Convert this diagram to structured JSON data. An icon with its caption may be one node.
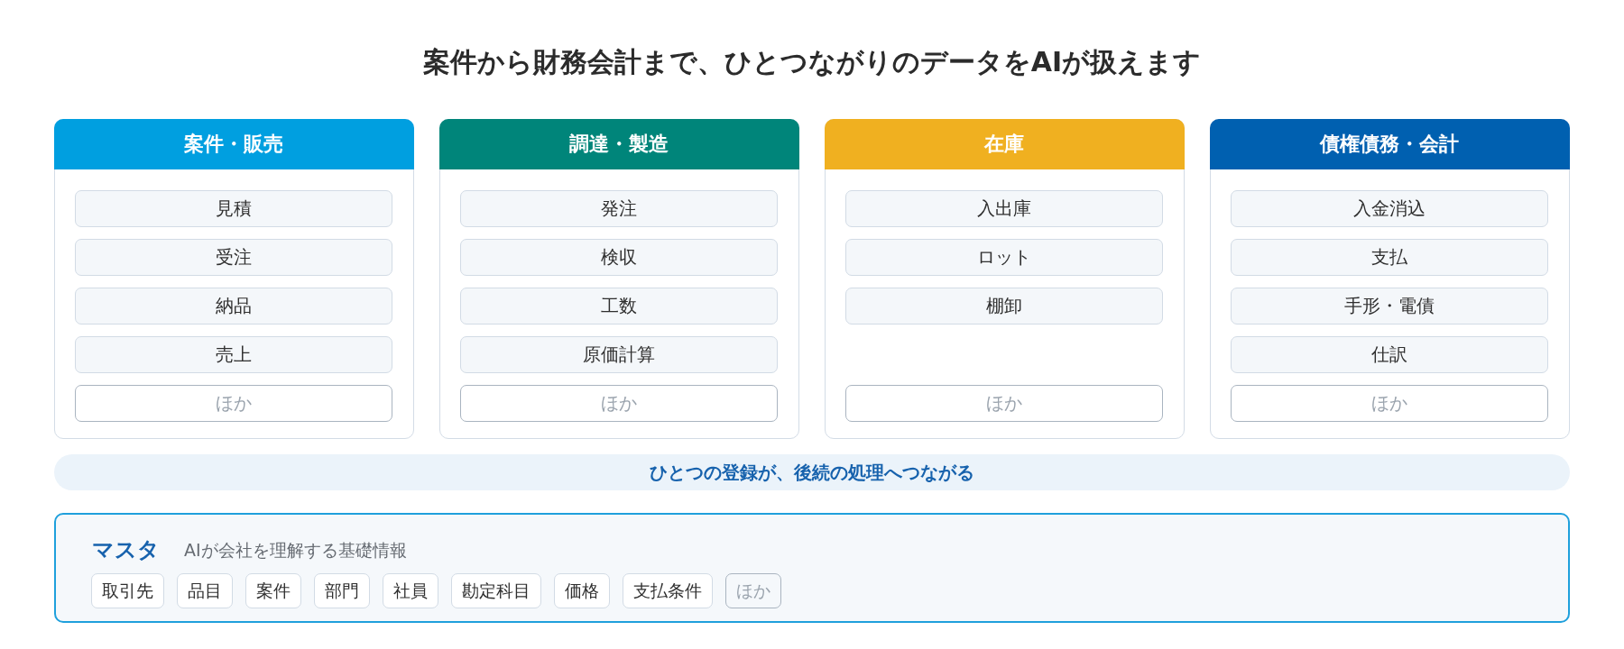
{
  "diagram": {
    "title": "案件から財務会計まで、ひとつながりのデータをAIが扱えます",
    "nodes": [
      {
        "text": [
          "案件・販売"
        ]
      },
      {
        "text": [
          "見積"
        ],
        "in": 0
      },
      {
        "text": [
          "受注"
        ],
        "in": 0
      },
      {
        "text": [
          "納品"
        ],
        "in": 0
      },
      {
        "text": [
          "売上"
        ],
        "in": 0
      },
      {
        "text": [
          "ほか"
        ],
        "in": 0
      },
      {
        "text": [
          "調達・製造"
        ]
      },
      {
        "text": [
          "発注"
        ],
        "in": 6
      },
      {
        "text": [
          "検収"
        ],
        "in": 6
      },
      {
        "text": [
          "工数"
        ],
        "in": 6
      },
      {
        "text": [
          "原価計算"
        ],
        "in": 6
      },
      {
        "text": [
          "ほか"
        ],
        "in": 6
      },
      {
        "text": [
          "在庫"
        ]
      },
      {
        "text": [
          "入出庫"
        ],
        "in": 12
      },
      {
        "text": [
          "ロット"
        ],
        "in": 12
      },
      {
        "text": [
          "棚卸"
        ],
        "in": 12
      },
      {
        "text": [
          "ほか"
        ],
        "in": 12
      },
      {
        "text": [
          "債権債務・会計"
        ]
      },
      {
        "text": [
          "入金消込"
        ],
        "in": 17
      },
      {
        "text": [
          "支払"
        ],
        "in": 17
      },
      {
        "text": [
          "手形・電債"
        ],
        "in": 17
      },
      {
        "text": [
          "仕訳"
        ],
        "in": 17
      },
      {
        "text": [
          "ほか"
        ],
        "in": 17
      },
      {
        "text": [
          "ひとつの登録が、後続の処理へつながる"
        ]
      },
      {
        "text": [
          "マスタ",
          "AIが会社を理解する基礎情報"
        ]
      },
      {
        "text": [
          "取引先"
        ],
        "in": 24
      },
      {
        "text": [
          "品目"
        ],
        "in": 24
      },
      {
        "text": [
          "案件"
        ],
        "in": 24
      },
      {
        "text": [
          "部門"
        ],
        "in": 24
      },
      {
        "text": [
          "社員"
        ],
        "in": 24
      },
      {
        "text": [
          "勘定科目"
        ],
        "in": 24
      },
      {
        "text": [
          "価格"
        ],
        "in": 24
      },
      {
        "text": [
          "支払条件"
        ],
        "in": 24
      },
      {
        "text": [
          "ほか"
        ],
        "in": 24
      }
    ]
  }
}
